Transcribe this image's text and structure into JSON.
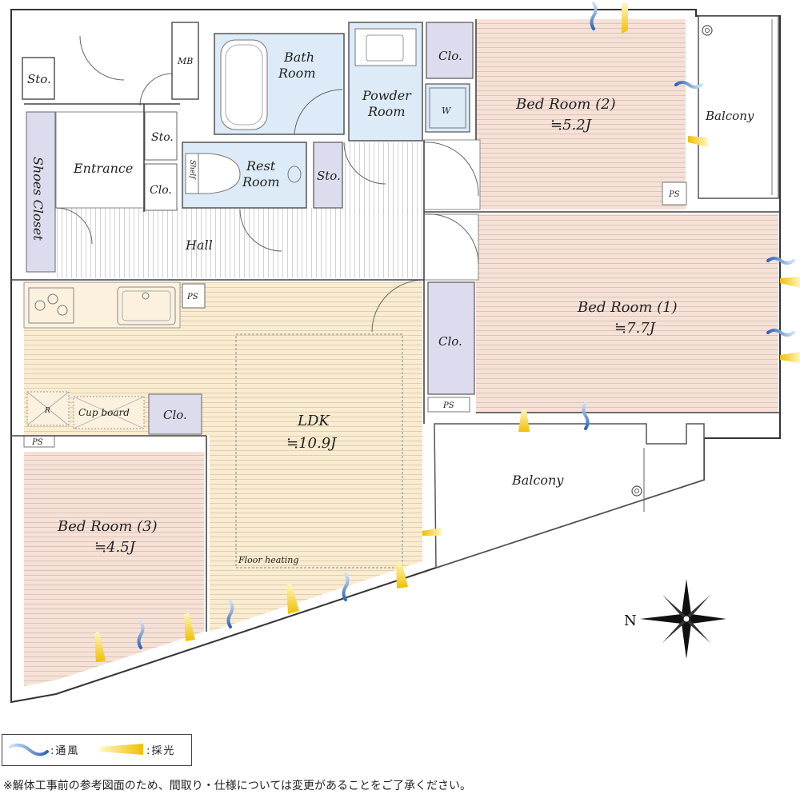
{
  "rooms": {
    "bed2": {
      "name": "Bed Room (2)",
      "size": "≒5.2J"
    },
    "bed1": {
      "name": "Bed Room (1)",
      "size": "≒7.7J"
    },
    "bed3": {
      "name": "Bed Room (3)",
      "size": "≒4.5J"
    },
    "ldk": {
      "name": "LDK",
      "size": "≒10.9J"
    },
    "bath": {
      "name1": "Bath",
      "name2": "Room"
    },
    "powder": {
      "name1": "Powder",
      "name2": "Room"
    },
    "rest": {
      "name1": "Rest",
      "name2": "Room"
    },
    "entrance": "Entrance",
    "hall": "Hall",
    "shoes": "Shoes Closet",
    "balcony_top": "Balcony",
    "balcony_bottom": "Balcony"
  },
  "small_labels": {
    "sto_left": "Sto.",
    "sto_entrance": "Sto.",
    "sto_rest": "Sto.",
    "mb": "MB",
    "clo_entrance": "Clo.",
    "clo_bed2": "Clo.",
    "clo_bed1": "Clo.",
    "clo_ldk": "Clo.",
    "washer": "W",
    "shelf": "Shelf",
    "ps_bed2": "PS",
    "ps_kitchen": "PS",
    "ps_bed1": "PS",
    "ps_left": "PS",
    "cupboard": "Cup  board",
    "fridge": "R",
    "floor_heating": "Floor heating"
  },
  "compass": {
    "label": "N"
  },
  "legend": {
    "wind": ":通風",
    "light": ":採光"
  },
  "colors": {
    "bedroom": "#f7e1d6",
    "ldk": "#faecd0",
    "wet": "#dcebf7",
    "storage": "#dcdcee",
    "wind": "#3a73c7",
    "light": "#f2c200"
  },
  "note": "※解体工事前の参考図面のため、間取り・仕様については変更があることをご了承ください。"
}
